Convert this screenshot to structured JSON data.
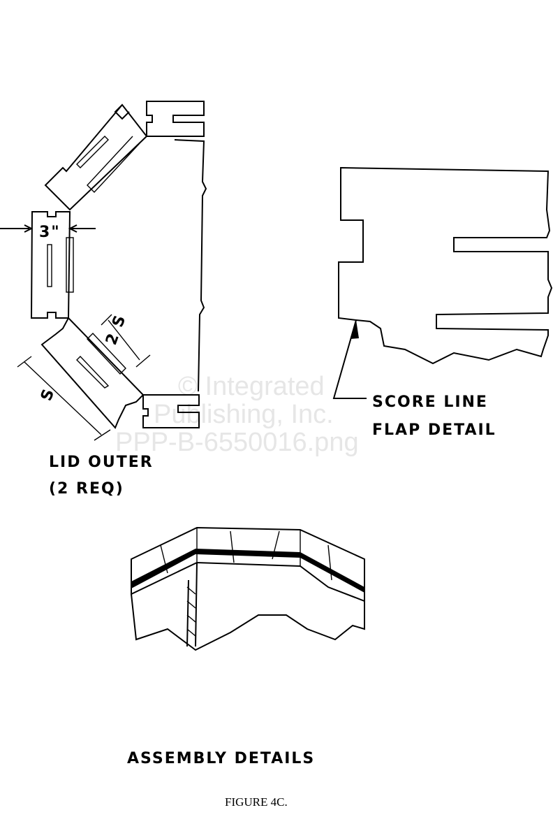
{
  "lid_outer": {
    "title": "LID OUTER",
    "quantity": "(2 REQ)",
    "dim_width": "3\"",
    "dim_flap": "2 S",
    "dim_length": "S"
  },
  "flap_detail": {
    "callout": "SCORE LINE",
    "title": "FLAP DETAIL"
  },
  "assembly": {
    "title": "ASSEMBLY DETAILS"
  },
  "caption": "FIGURE 4C.",
  "watermark": {
    "line1": "© Integrated",
    "line2": "Publishing, Inc.",
    "line3": "PPP-B-6550016.png"
  }
}
